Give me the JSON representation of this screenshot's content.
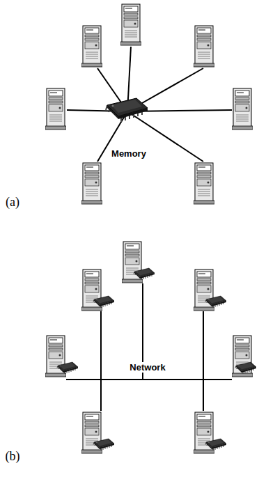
{
  "diagram": {
    "nodes": [
      {
        "text": [
          "Memory"
        ]
      }
    ],
    "labels": [
      "(a)",
      "Network",
      "(b)"
    ]
  }
}
